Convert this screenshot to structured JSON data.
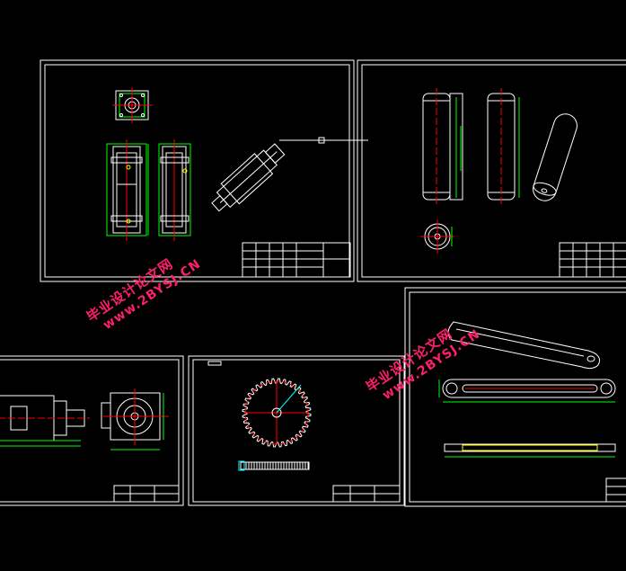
{
  "drawing_set": {
    "sheets": [
      {
        "id": "sheet-1",
        "content": "cylinder-assembly"
      },
      {
        "id": "sheet-2",
        "content": "cylinders"
      },
      {
        "id": "sheet-3",
        "content": "motor-assembly"
      },
      {
        "id": "sheet-4",
        "content": "gear"
      },
      {
        "id": "sheet-5",
        "content": "link-arm"
      }
    ],
    "colors": {
      "frame": "#ffffff",
      "geometry": "#ffffff",
      "dimension": "#00ff00",
      "center_line": "#ff0000",
      "hidden": "#ffff00",
      "accent": "#00ffff",
      "watermark": "#ff1f6a"
    }
  },
  "watermarks": [
    {
      "site_name": "毕业设计论文网",
      "url": "www.2BYSJ.CN"
    },
    {
      "site_name": "毕业设计论文网",
      "url": "www.2BYSJ.CN"
    }
  ]
}
